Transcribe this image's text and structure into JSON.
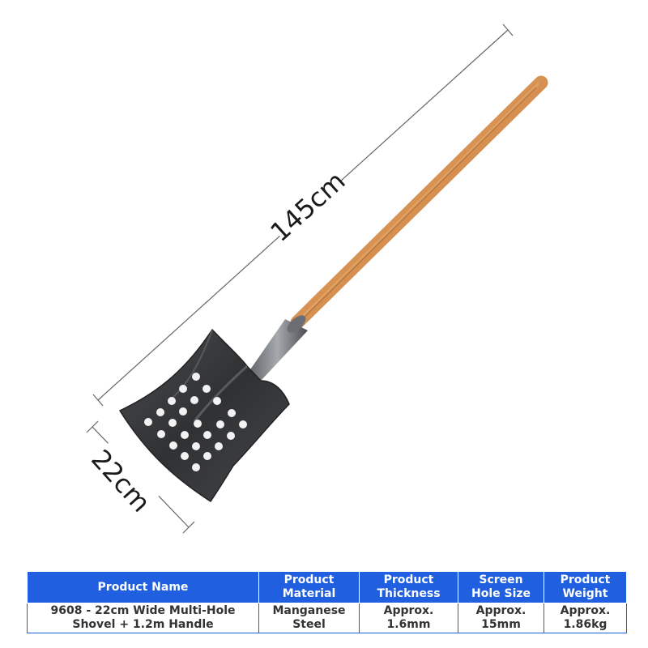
{
  "dimensions": {
    "length_label": "145cm",
    "width_label": "22cm"
  },
  "colors": {
    "header_bg": "#1f5fe0",
    "header_text": "#ffffff",
    "blade": "#3b3d3f",
    "handle": "#c27a3a"
  },
  "table": {
    "headers": [
      "Product Name",
      "Product\nMaterial",
      "Product\nThickness",
      "Screen\nHole Size",
      "Product\nWeight"
    ],
    "row": [
      "9608 - 22cm Wide Multi-Hole\nShovel + 1.2m Handle",
      "Manganese\nSteel",
      "Approx.\n1.6mm",
      "Approx.\n15mm",
      "Approx.\n1.86kg"
    ]
  }
}
